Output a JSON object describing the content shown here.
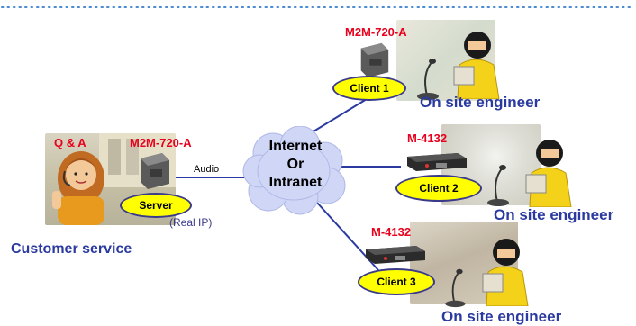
{
  "customer": {
    "qa_label": "Q & A",
    "device_label": "M2M-720-A",
    "server_label": "Server",
    "real_ip": "(Real IP)",
    "caption": "Customer service"
  },
  "link_label": "Audio",
  "network": {
    "line1": "Internet",
    "line2": "Or",
    "line3": "Intranet"
  },
  "sites": [
    {
      "device": "M2M-720-A",
      "client": "Client 1",
      "caption": "On site engineer"
    },
    {
      "device": "M-4132",
      "client": "Client 2",
      "caption": "On site engineer"
    },
    {
      "device": "M-4132",
      "client": "Client 3",
      "caption": "On site engineer"
    }
  ],
  "colors": {
    "device_label": "#e8001c",
    "caption": "#2a3aa0",
    "client_ellipse": "#ffff00",
    "cloud": "#cfd6f6",
    "connector": "#2a3aa0"
  }
}
